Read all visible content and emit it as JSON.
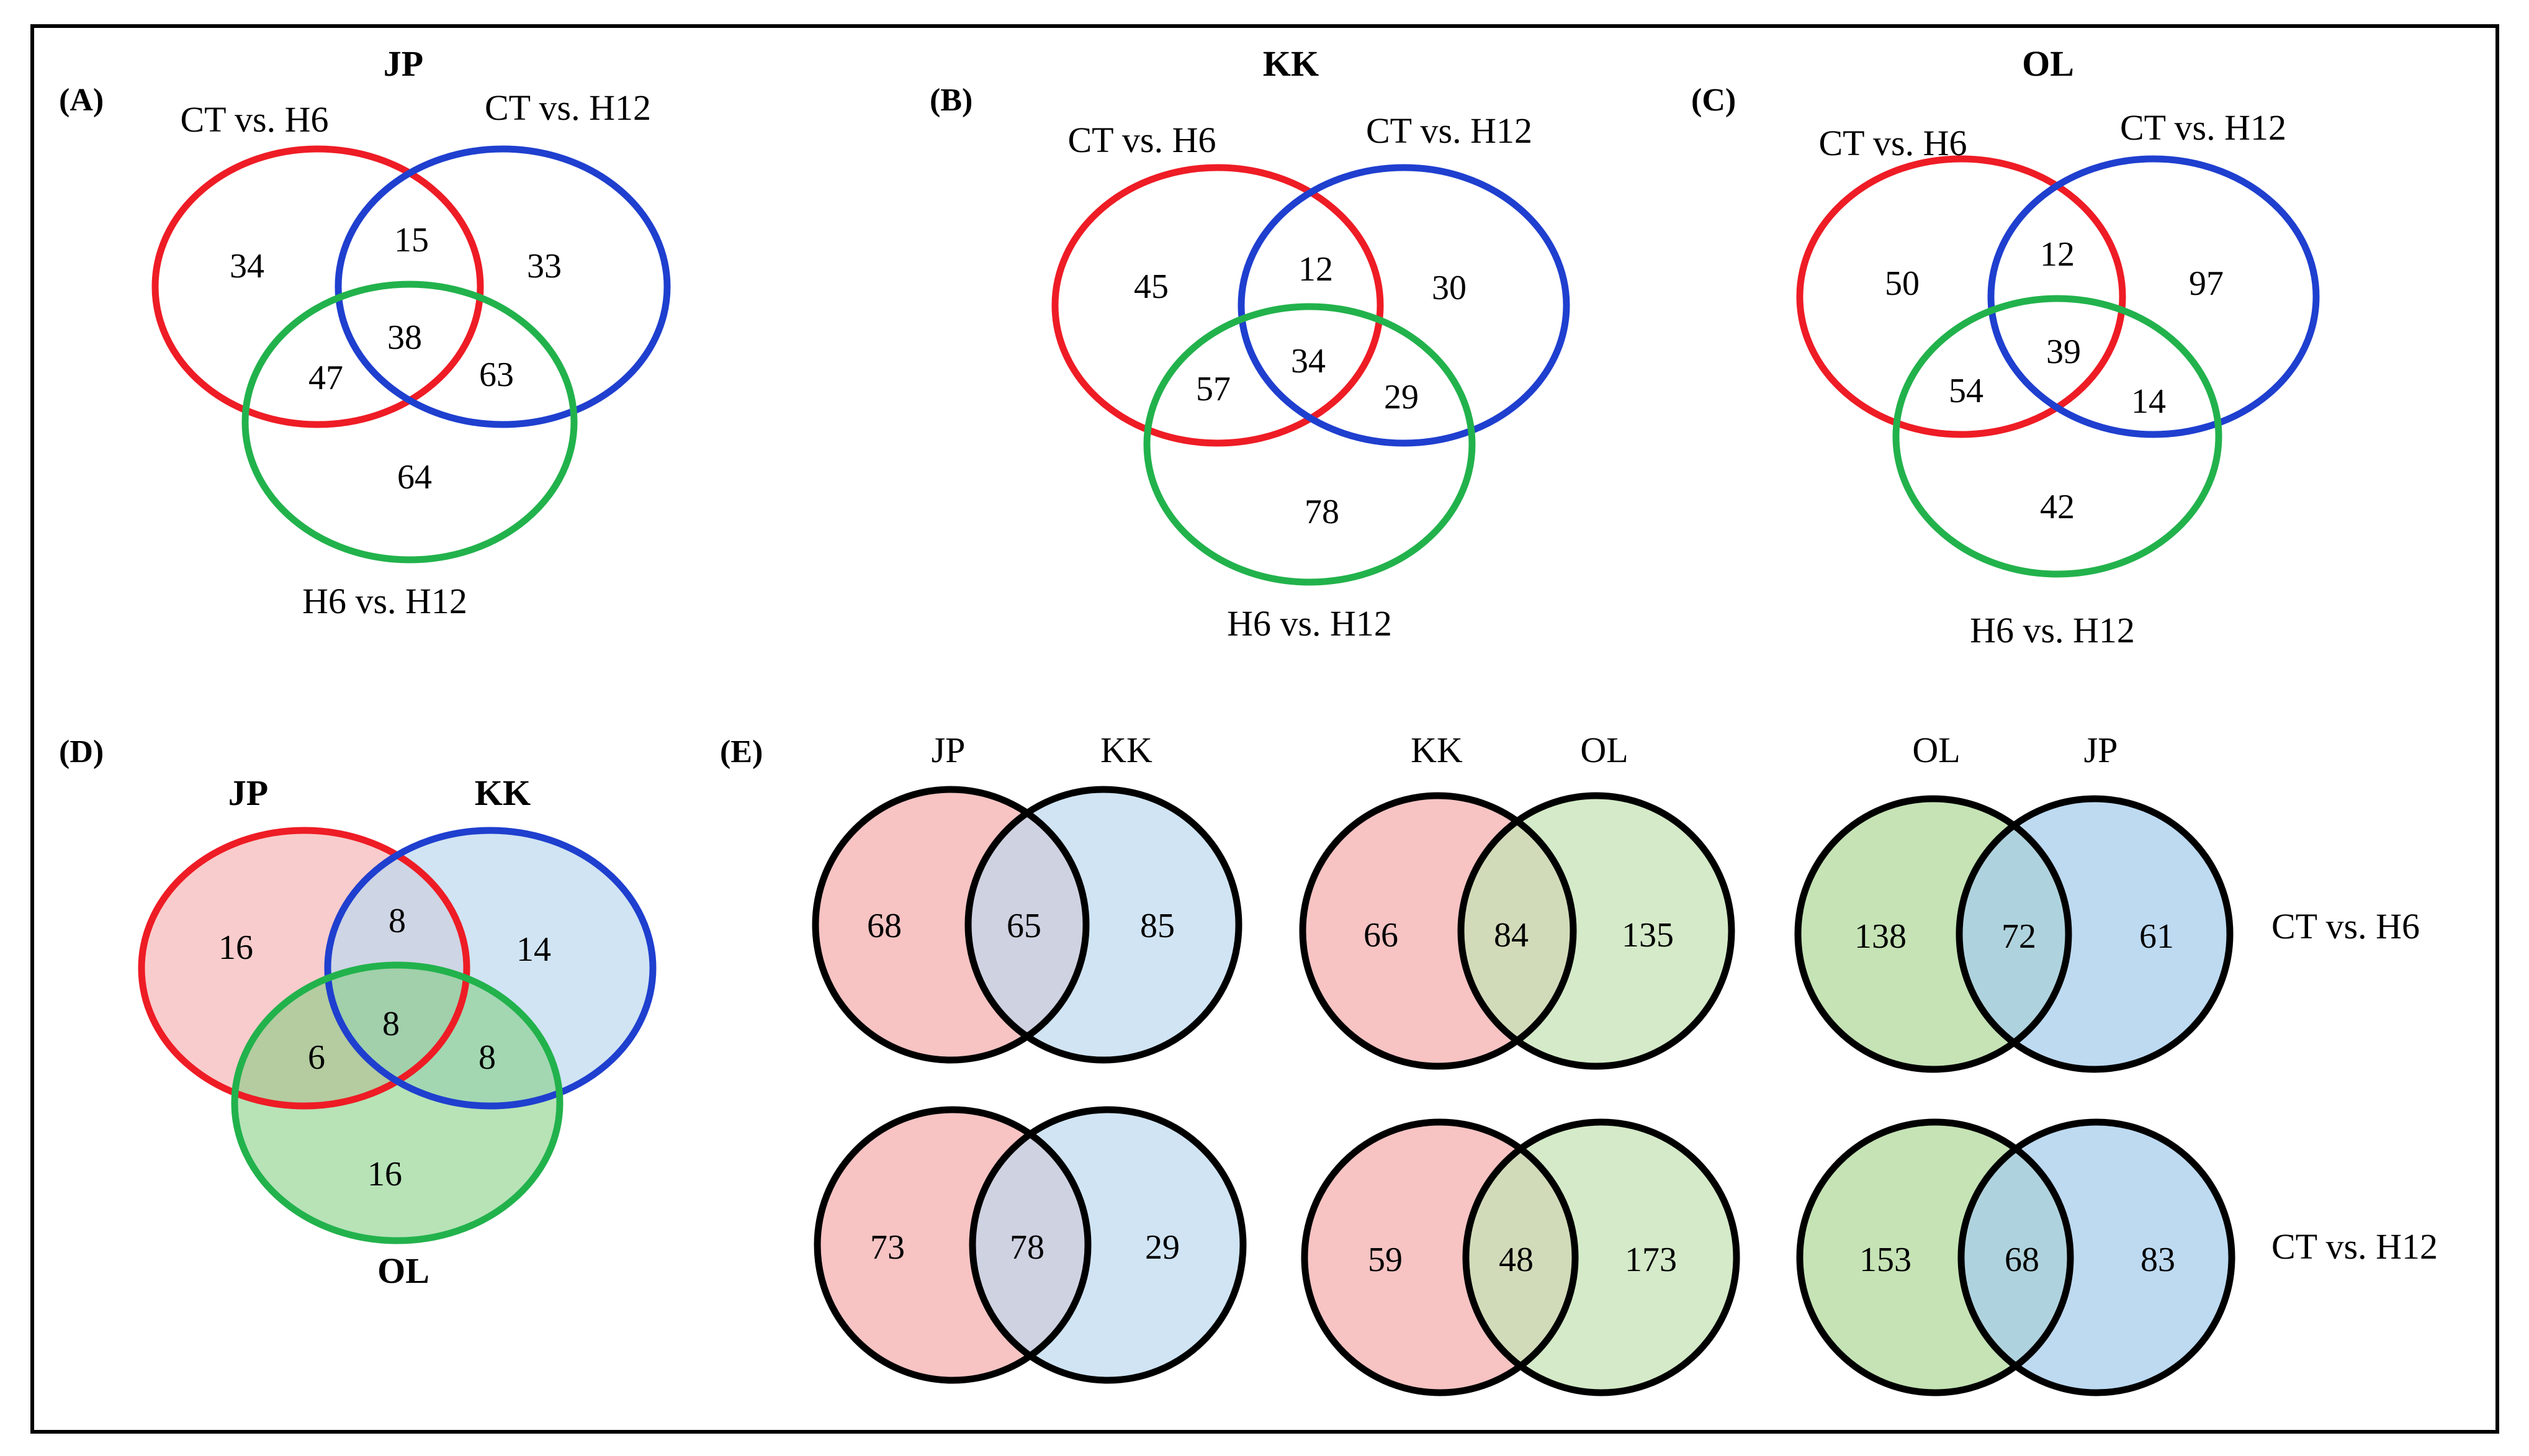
{
  "panels": {
    "A": {
      "tag": "(A)",
      "title": "JP",
      "set_labels": [
        "CT vs. H6",
        "CT vs. H12",
        "H6 vs. H12"
      ],
      "regions": {
        "a_only": "34",
        "ab": "15",
        "b_only": "33",
        "abc": "38",
        "ac": "47",
        "bc": "63",
        "c_only": "64"
      }
    },
    "B": {
      "tag": "(B)",
      "title": "KK",
      "set_labels": [
        "CT vs. H6",
        "CT vs. H12",
        "H6 vs. H12"
      ],
      "regions": {
        "a_only": "45",
        "ab": "12",
        "b_only": "30",
        "abc": "34",
        "ac": "57",
        "bc": "29",
        "c_only": "78"
      }
    },
    "C": {
      "tag": "(C)",
      "title": "OL",
      "set_labels": [
        "CT vs. H6",
        "CT vs. H12",
        "H6 vs. H12"
      ],
      "regions": {
        "a_only": "50",
        "ab": "12",
        "b_only": "97",
        "abc": "39",
        "ac": "54",
        "bc": "14",
        "c_only": "42"
      }
    },
    "D": {
      "tag": "(D)",
      "set_labels": [
        "JP",
        "KK",
        "OL"
      ],
      "regions": {
        "a_only": "16",
        "ab": "8",
        "b_only": "14",
        "abc": "8",
        "ac": "6",
        "bc": "8",
        "c_only": "16"
      }
    },
    "E": {
      "tag": "(E)",
      "column_headers": [
        [
          "JP",
          "KK"
        ],
        [
          "KK",
          "OL"
        ],
        [
          "OL",
          "JP"
        ]
      ],
      "row_labels": [
        "CT vs. H6",
        "CT vs. H12"
      ],
      "rows": [
        [
          [
            "68",
            "65",
            "85"
          ],
          [
            "66",
            "84",
            "135"
          ],
          [
            "138",
            "72",
            "61"
          ]
        ],
        [
          [
            "73",
            "78",
            "29"
          ],
          [
            "59",
            "48",
            "173"
          ],
          [
            "153",
            "68",
            "83"
          ]
        ]
      ]
    }
  },
  "colors": {
    "red": "#ee1c25",
    "blue": "#1f3fcf",
    "green": "#22b24c",
    "pink_fill": "#f7c3c3",
    "lightblue_fill": "#bcd8ee",
    "lightgreen_fill": "#c5e3b5",
    "black": "#000000"
  }
}
